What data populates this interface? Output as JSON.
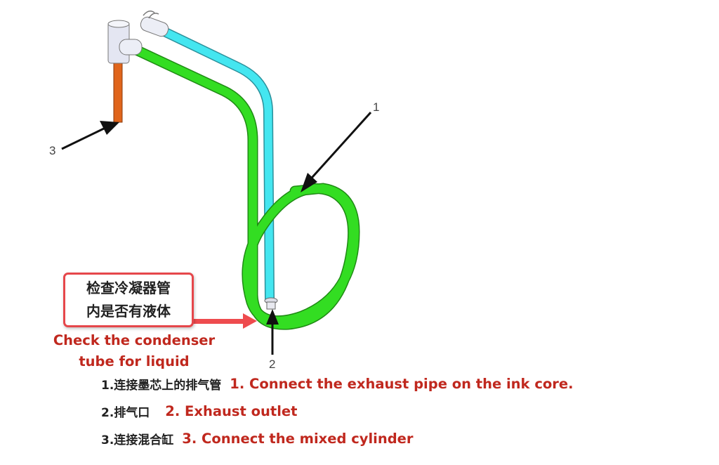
{
  "diagram": {
    "title": "Condenser tube exhaust connection diagram",
    "colors": {
      "exhaust_tube": "#33dd22",
      "ink_core_tube": "#44e6f0",
      "mixing_tube": "#e0651c",
      "fitting": "#e4e6f2",
      "annotation_red": "#c0281e",
      "box_border": "#e6474b",
      "arrow": "#111111"
    },
    "callouts": [
      {
        "number": "1",
        "target": "exhaust pipe end on ink core"
      },
      {
        "number": "2",
        "target": "exhaust outlet"
      },
      {
        "number": "3",
        "target": "mixed cylinder connection"
      }
    ]
  },
  "note": {
    "zh_line1": "检查冷凝器管",
    "zh_line2": "内是否有液体",
    "en_line1": "Check the condenser",
    "en_line2": "tube for liquid"
  },
  "legend": [
    {
      "zh": "1.连接墨芯上的排气管",
      "en": "1. Connect the exhaust pipe on the ink core."
    },
    {
      "zh": "2.排气口",
      "en": "2. Exhaust outlet"
    },
    {
      "zh": "3.连接混合缸",
      "en": "3. Connect the mixed cylinder"
    }
  ]
}
